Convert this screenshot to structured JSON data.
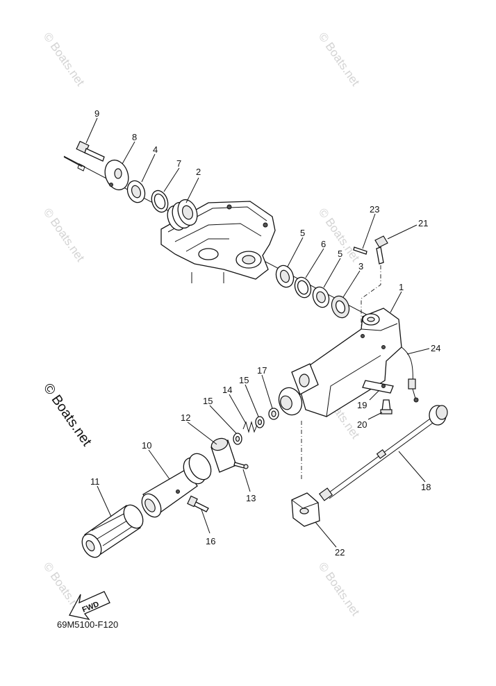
{
  "diagram": {
    "part_numbers": [
      "1",
      "2",
      "3",
      "4",
      "5",
      "5",
      "6",
      "7",
      "8",
      "9",
      "10",
      "11",
      "12",
      "13",
      "14",
      "15",
      "15",
      "16",
      "17",
      "18",
      "19",
      "20",
      "21",
      "22",
      "23",
      "24"
    ],
    "watermark_text": "© Boats.net",
    "drawing_code": "69M5100-F120",
    "fwd_label": "FWD"
  }
}
